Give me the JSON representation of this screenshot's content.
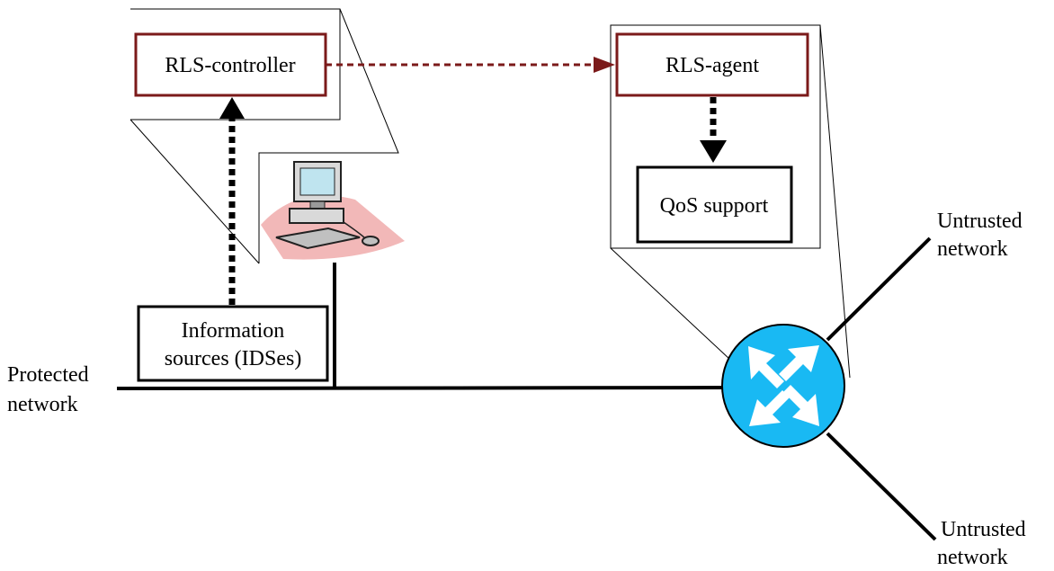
{
  "nodes": {
    "rls_controller": "RLS-controller",
    "rls_agent": "RLS-agent",
    "qos_support": "QoS support",
    "info_sources_line1": "Information",
    "info_sources_line2": "sources (IDSes)"
  },
  "labels": {
    "protected_line1": "Protected",
    "protected_line2": "network",
    "untrusted_top_line1": "Untrusted",
    "untrusted_top_line2": "network",
    "untrusted_bottom_line1": "Untrusted",
    "untrusted_bottom_line2": "network"
  },
  "colors": {
    "accent_dark_red": "#7b1a1a",
    "router_blue": "#19b9f3",
    "line": "#000000"
  },
  "icons": {
    "host": "computer-workstation-icon",
    "router": "router-icon"
  }
}
